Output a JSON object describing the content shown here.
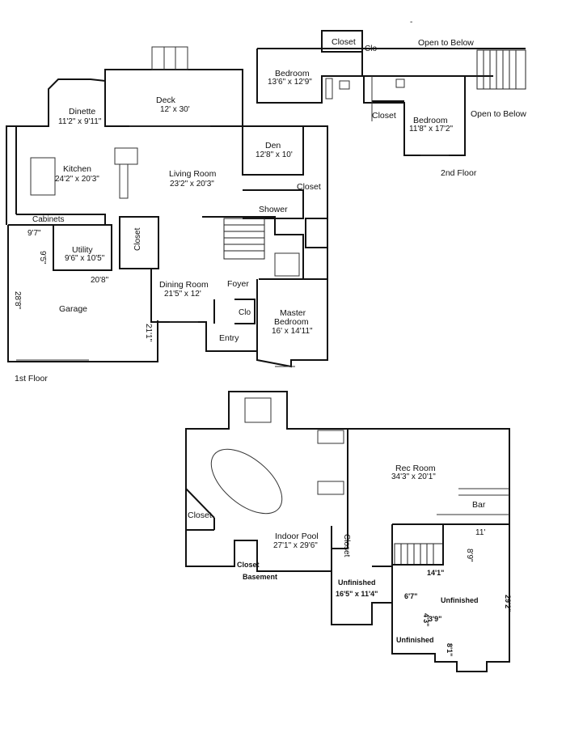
{
  "labels": {
    "dash": "-",
    "closet_2nd": "Closet",
    "clo_2nd": "Clo",
    "open_below_top": "Open to Below",
    "bedroom_a": "Bedroom",
    "bedroom_a_dim": "13'6\" x 12'9\"",
    "closet_2nd_b": "Closet",
    "bedroom_b": "Bedroom",
    "bedroom_b_dim": "11'8\" x 17'2\"",
    "open_below_right": "Open to Below",
    "floor_2nd": "2nd Floor",
    "deck": "Deck",
    "deck_dim": "12' x 30'",
    "dinette": "Dinette",
    "dinette_dim": "11'2\" x 9'11\"",
    "kitchen": "Kitchen",
    "kitchen_dim": "24'2\" x 20'3\"",
    "living": "Living Room",
    "living_dim": "23'2\" x 20'3\"",
    "den": "Den",
    "den_dim": "12'8\" x 10'",
    "closet_1": "Closet",
    "shower": "Shower",
    "cabinets": "Cabinets",
    "dim_97": "9'7\"",
    "dim_95": "9'5\"",
    "utility": "Utility",
    "utility_dim": "9'6\" x 10'5\"",
    "closet_util": "Closet",
    "dim_208": "20'8\"",
    "dim_288": "28'8\"",
    "garage": "Garage",
    "dim_211": "21'1\"",
    "dining": "Dining Room",
    "dining_dim": "21'5\" x 12'",
    "foyer": "Foyer",
    "clo_1": "Clo",
    "master": "Master",
    "master2": "Bedroom",
    "master_dim": "16' x 14'11\"",
    "entry": "Entry",
    "floor_1st": "1st Floor",
    "rec": "Rec Room",
    "rec_dim": "34'3\" x 20'1\"",
    "bar": "Bar",
    "closet_pool": "Closet",
    "closet_vert": "Closet",
    "dim_11": "11'",
    "dim_89": "8'9\"",
    "pool": "Indoor Pool",
    "pool_dim": "27'1\" x 29'6\"",
    "closet_base": "Closet",
    "basement": "Basement",
    "dim_141": "14'1\"",
    "unfin_a": "Unfinished",
    "unfin_a_dim": "16'5\" x 11'4\"",
    "dim_67": "6'7\"",
    "unfin_b": "Unfinished",
    "dim_292": "29'2\"",
    "dim_43": "4'3\"",
    "dim_39": "3'9\"",
    "unfin_c": "Unfinished",
    "dim_81": "8'1\""
  }
}
